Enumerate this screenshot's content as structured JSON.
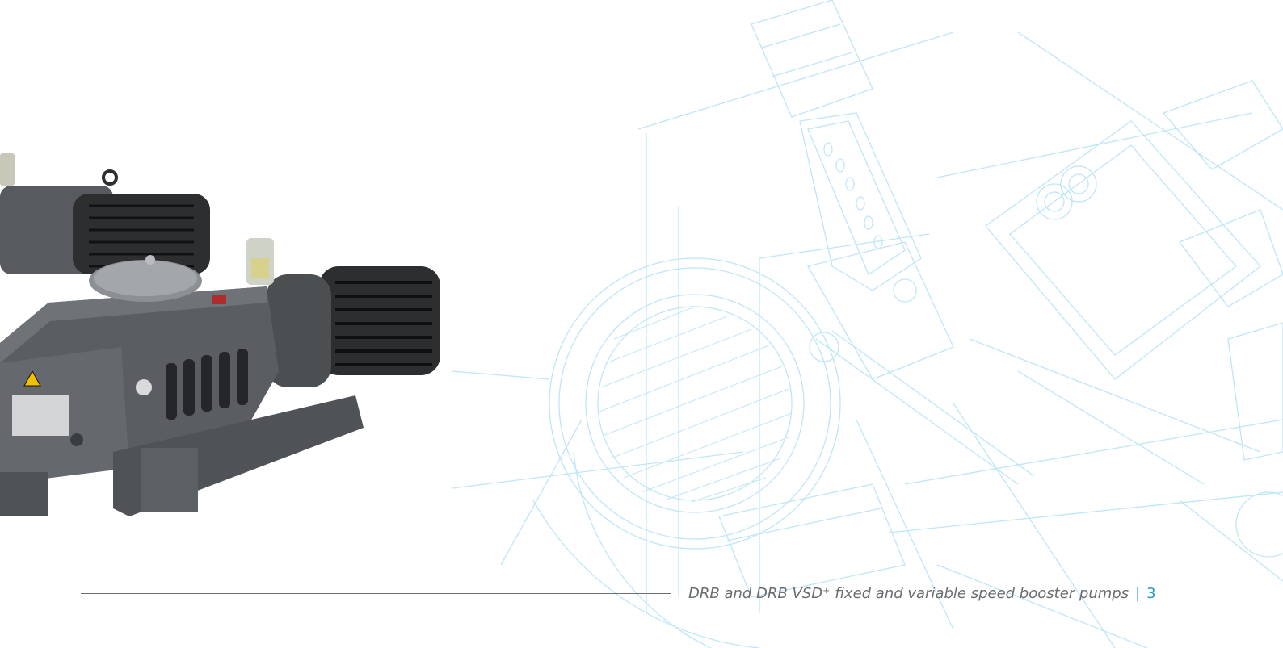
{
  "footer": {
    "title": "DRB and DRB VSD⁺ fixed and variable speed booster pumps",
    "separator": "|",
    "page_number": "3"
  },
  "images": {
    "product": "booster-pumps-photo",
    "background": "technical-blueprint-drawing"
  },
  "colors": {
    "blueprint": "#bfe6f5",
    "accent": "#2a9bcf",
    "pump_body": "#575b5f",
    "pump_dark": "#2c2e30",
    "footer_text": "#6a6d70"
  }
}
